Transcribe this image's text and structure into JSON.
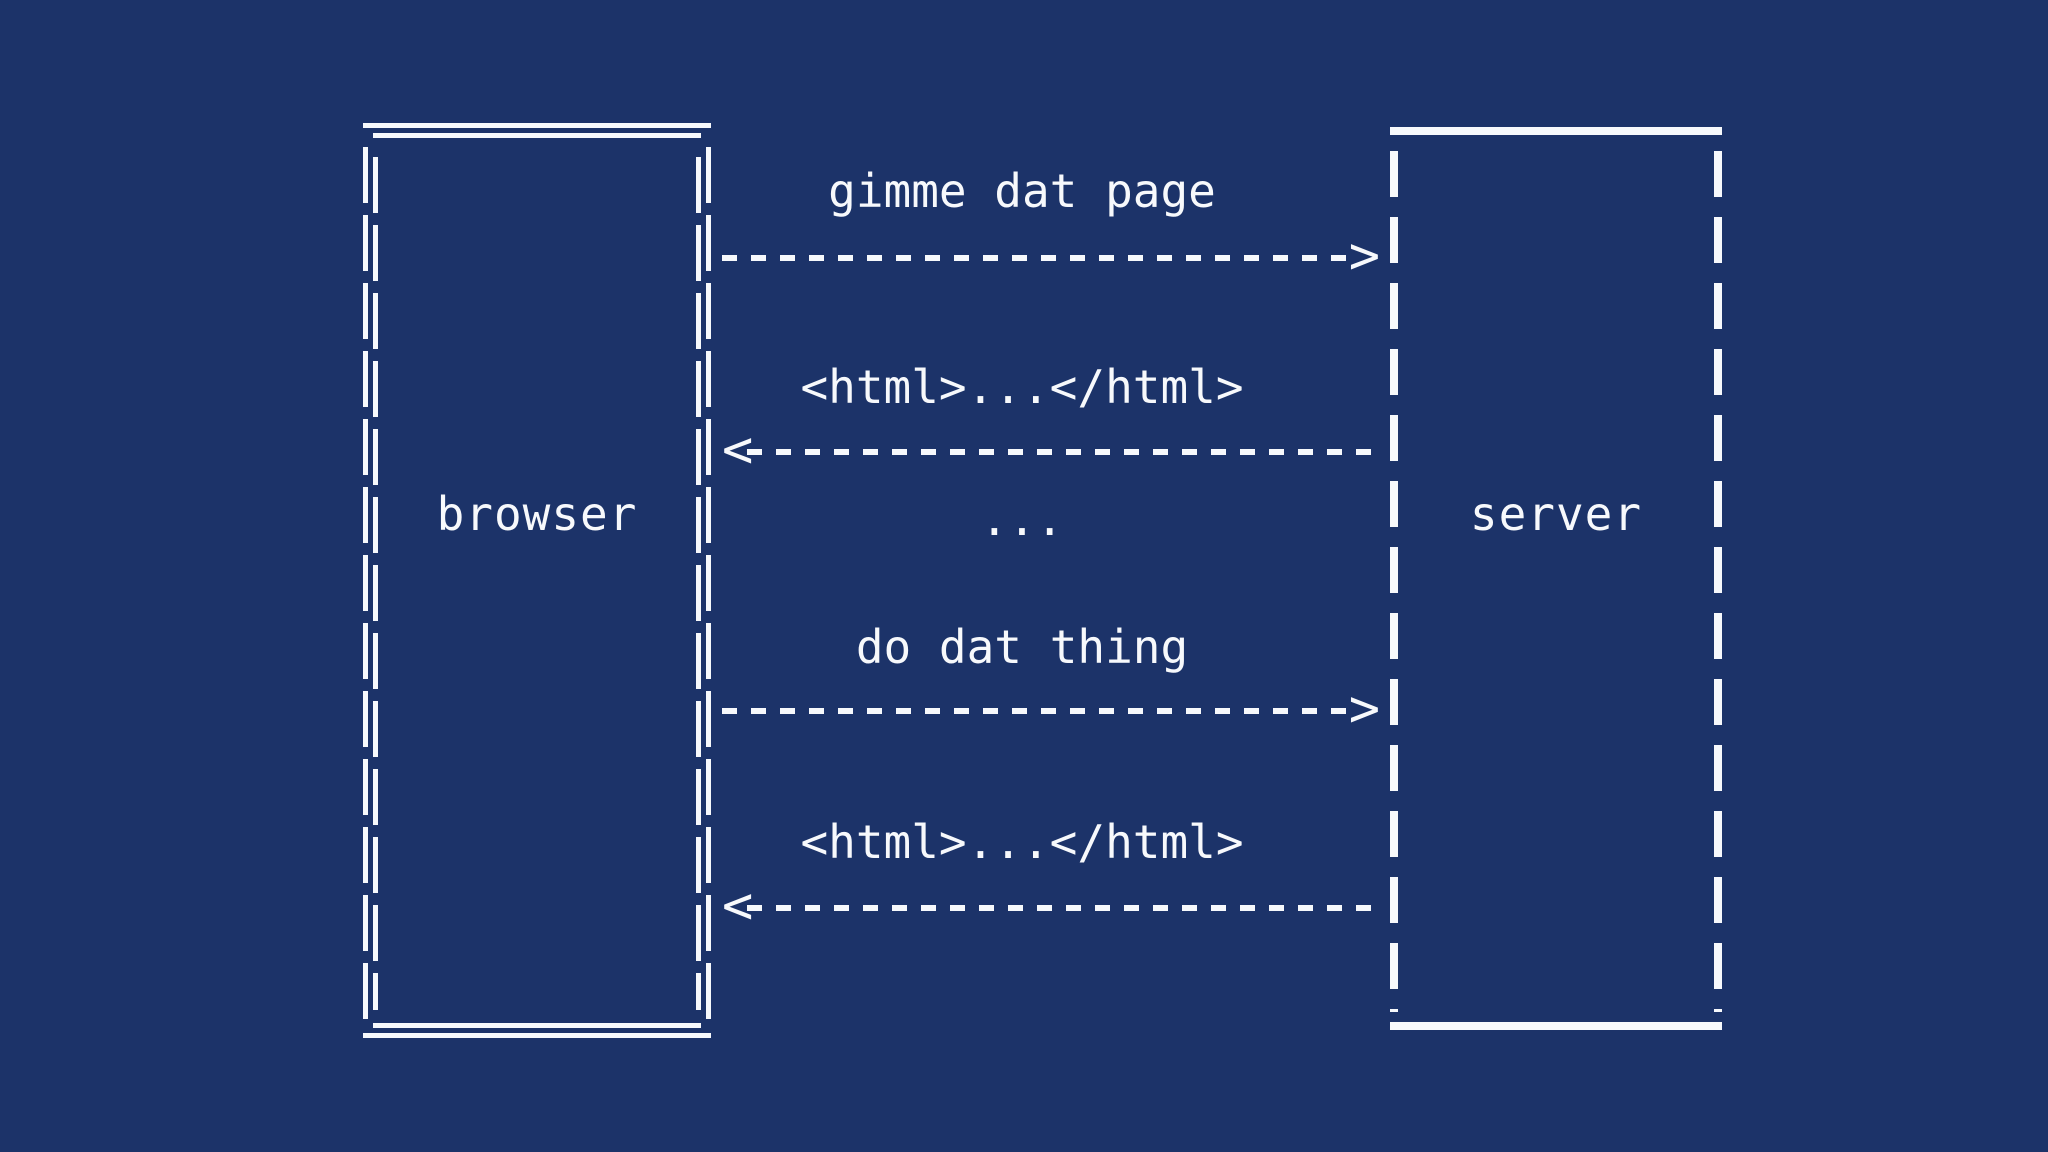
{
  "colors": {
    "background": "#1c3369",
    "foreground": "#f7f9fc"
  },
  "actors": [
    {
      "id": "browser",
      "label": "browser",
      "border_style": "double-dashed"
    },
    {
      "id": "server",
      "label": "server",
      "border_style": "single-dashed"
    }
  ],
  "messages": [
    {
      "label": "gimme dat page",
      "from": "browser",
      "to": "server",
      "direction": "right",
      "arrow_head": ">"
    },
    {
      "label": "<html>...</html>",
      "from": "server",
      "to": "browser",
      "direction": "left",
      "arrow_head": "<"
    },
    {
      "label": "...",
      "direction": "none"
    },
    {
      "label": "do dat thing",
      "from": "browser",
      "to": "server",
      "direction": "right",
      "arrow_head": ">"
    },
    {
      "label": "<html>...</html>",
      "from": "server",
      "to": "browser",
      "direction": "left",
      "arrow_head": "<"
    }
  ]
}
